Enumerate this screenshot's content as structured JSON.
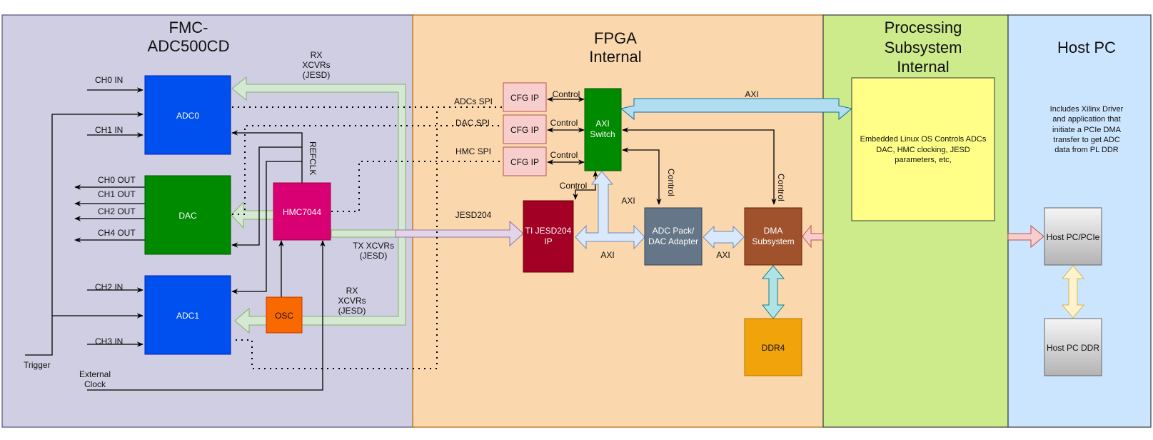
{
  "regions": {
    "fmc": {
      "title_line1": "FMC-",
      "title_line2": "ADC500CD",
      "color": "#d0cee2"
    },
    "fpga": {
      "title_line1": "FPGA",
      "title_line2": "Internal",
      "color": "#fad7ac"
    },
    "ps": {
      "title_line1": "Processing",
      "title_line2": "Subsystem",
      "title_line3": "Internal",
      "color": "#cdeb8b"
    },
    "host": {
      "title": "Host PC",
      "color": "#cce5ff"
    }
  },
  "blocks": {
    "adc0": {
      "label": "ADC0",
      "color": "#0050ef"
    },
    "adc1": {
      "label": "ADC1",
      "color": "#0050ef"
    },
    "dac": {
      "label": "DAC",
      "color": "#008a00"
    },
    "hmc": {
      "label": "HMC7044",
      "color": "#d80073"
    },
    "osc": {
      "label": "OSC",
      "color": "#fa6800"
    },
    "cfg_adc": {
      "label": "CFG IP",
      "color": "#f8cecc"
    },
    "cfg_dac": {
      "label": "CFG IP",
      "color": "#f8cecc"
    },
    "cfg_hmc": {
      "label": "CFG IP",
      "color": "#f8cecc"
    },
    "axi_switch": {
      "line1": "AXI",
      "line2": "Switch",
      "color": "#008a00"
    },
    "jesd_ip": {
      "line1": "TI JESD204",
      "line2": "IP",
      "color": "#a20025"
    },
    "adc_pack": {
      "line1": "ADC Pack/",
      "line2": "DAC Adapter",
      "color": "#647687"
    },
    "dma": {
      "line1": "DMA",
      "line2": "Subsystem",
      "color": "#a0522d"
    },
    "ddr4": {
      "label": "DDR4",
      "color": "#f0a30a"
    },
    "linux": {
      "line1": "Embedded Linux OS Controls ADCs",
      "line2": "DAC, HMC clocking, JESD",
      "line3": "parameters, etc,",
      "color": "#ffff88"
    },
    "host_pcie": {
      "label": "Host PC/PCIe"
    },
    "host_ddr": {
      "label": "Host PC DDR"
    }
  },
  "labels": {
    "ch0_in": "CH0 IN",
    "ch1_in": "CH1 IN",
    "ch2_in": "CH2 IN",
    "ch3_in": "CH3 IN",
    "ch0_out": "CH0 OUT",
    "ch1_out": "CH1 OUT",
    "ch2_out": "CH2 OUT",
    "ch4_out": "CH4 OUT",
    "trigger": "Trigger",
    "ext_clock_1": "External",
    "ext_clock_2": "Clock",
    "refclk": "REFCLK",
    "rx_top_1": "RX",
    "rx_top_2": "XCVRs",
    "rx_top_3": "(JESD)",
    "rx_bot_1": "RX",
    "rx_bot_2": "XCVRs",
    "rx_bot_3": "(JESD)",
    "tx_1": "TX XCVRs",
    "tx_2": "(JESD)",
    "adcs_spi": "ADCs SPI",
    "dac_spi": "DAC SPI",
    "hmc_spi": "HMC SPI",
    "control_1": "Control",
    "control_2": "Control",
    "control_3": "Control",
    "control_4": "Control",
    "control_5": "Control",
    "control_6": "Control",
    "jesd204": "JESD204",
    "axi_top": "AXI",
    "axi_vert": "AXI",
    "axi_jesd": "AXI",
    "axi_pack": "AXI",
    "host_note_1": "Includes Xilinx Driver",
    "host_note_2": "and application that",
    "host_note_3": "initiate a PCIe DMA",
    "host_note_4": "transfer to get ADC",
    "host_note_5": "data from PL DDR"
  }
}
